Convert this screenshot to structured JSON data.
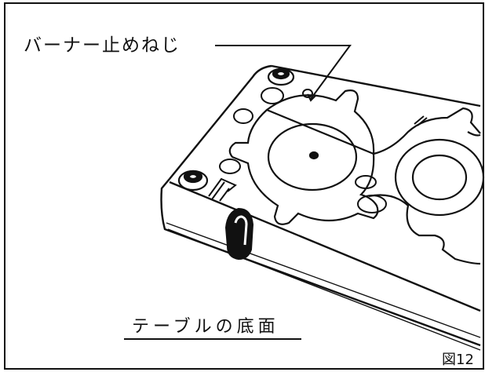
{
  "annotation": {
    "burner_screw": "バーナー止めねじ"
  },
  "caption": "テーブルの底面",
  "figure_number": "図12",
  "colors": {
    "line": "#111111",
    "background": "#ffffff"
  }
}
